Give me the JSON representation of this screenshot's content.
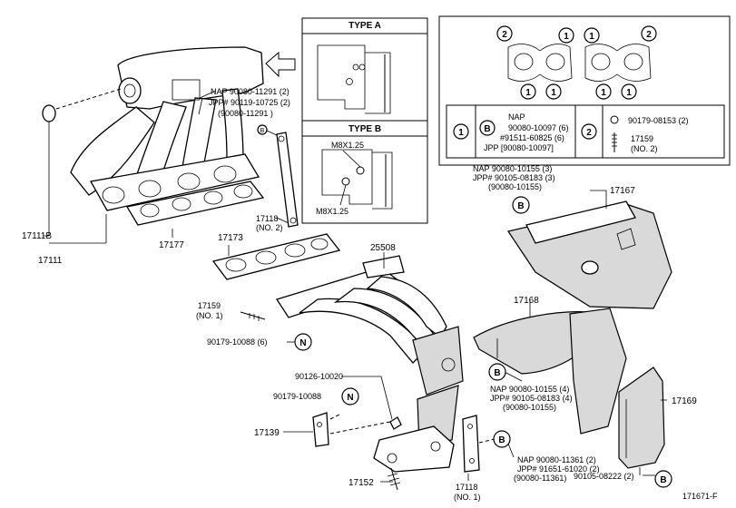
{
  "type_a": {
    "title": "TYPE A"
  },
  "type_b": {
    "title": "TYPE B",
    "bolt_upper": "M8X1.25",
    "bolt_lower": "M8X1.25"
  },
  "gasket_box": {
    "markers_top": [
      "2",
      "1",
      "1",
      "2"
    ],
    "markers_bottom": [
      "1",
      "1",
      "1",
      "1"
    ],
    "row1_marker": "1",
    "row1_sub_marker": "B",
    "row1_lines": [
      "NAP",
      "90080-10097 (6)",
      "#91511-60825 (6)",
      "JPP   [90080-10097]"
    ],
    "row2_marker": "2",
    "row2_lines": [
      "90179-08153 (2)",
      "17159",
      "(NO. 2)"
    ]
  },
  "labels": {
    "manifold_note_1": "NAP   90080-11291 (2)",
    "manifold_note_2": "JPP# 90119-10725 (2)",
    "manifold_note_3": "(90080-11291 )",
    "part_17111B": "17111B",
    "part_17111": "17111",
    "part_17177": "17177",
    "part_17118_no2_a": "17118",
    "part_17118_no2_b": "(NO. 2)",
    "part_17173": "17173",
    "part_25508": "25508",
    "part_17159_a": "17159",
    "part_17159_b": "(NO. 1)",
    "part_90179_10088_6": "90179-10088 (6)",
    "marker_n": "N",
    "part_90126_10020": "90126-10020",
    "part_90179_10088": "90179-10088",
    "part_17139": "17139",
    "part_17152": "17152",
    "part_17118_no1_a": "17118",
    "part_17118_no1_b": "(NO. 1)",
    "marker_b": "B",
    "upper_b_note_1": "NAP   90080-10155 (3)",
    "upper_b_note_2": "JPP# 90105-08183 (3)",
    "upper_b_note_3": "(90080-10155)",
    "part_17167": "17167",
    "part_17168": "17168",
    "mid_b_note_1": "NAP   90080-10155 (4)",
    "mid_b_note_2": "JPP# 90105-08183 (4)",
    "mid_b_note_3": "(90080-10155)",
    "part_17169": "17169",
    "low_b_note_1": "NAP   90080-11361 (2)",
    "low_b_note_2": "JPP# 91651-61020 (2)",
    "low_b_note_3": "(90080-11361)",
    "part_90105_08222": "90105-08222 (2)",
    "figure_code": "171671-F"
  }
}
